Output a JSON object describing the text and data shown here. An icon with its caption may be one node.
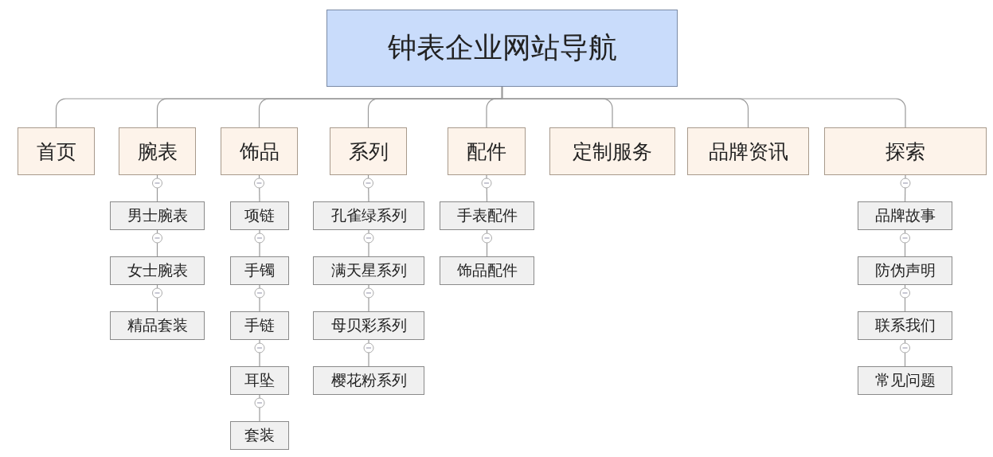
{
  "diagram": {
    "nodes": [
      {
        "text": [
          "钟表企业网站导航"
        ]
      },
      {
        "text": [
          "首页"
        ]
      },
      {
        "text": [
          "腕表"
        ]
      },
      {
        "text": [
          "饰品"
        ]
      },
      {
        "text": [
          "系列"
        ]
      },
      {
        "text": [
          "配件"
        ]
      },
      {
        "text": [
          "定制服务"
        ]
      },
      {
        "text": [
          "品牌资讯"
        ]
      },
      {
        "text": [
          "探索"
        ]
      },
      {
        "text": [
          "男士腕表"
        ]
      },
      {
        "text": [
          "女士腕表"
        ]
      },
      {
        "text": [
          "精品套装"
        ]
      },
      {
        "text": [
          "项链"
        ]
      },
      {
        "text": [
          "手镯"
        ]
      },
      {
        "text": [
          "手链"
        ]
      },
      {
        "text": [
          "耳坠"
        ]
      },
      {
        "text": [
          "套装"
        ]
      },
      {
        "text": [
          "孔雀绿系列"
        ]
      },
      {
        "text": [
          "满天星系列"
        ]
      },
      {
        "text": [
          "母贝彩系列"
        ]
      },
      {
        "text": [
          "樱花粉系列"
        ]
      },
      {
        "text": [
          "手表配件"
        ]
      },
      {
        "text": [
          "饰品配件"
        ]
      },
      {
        "text": [
          "品牌故事"
        ]
      },
      {
        "text": [
          "防伪声明"
        ]
      },
      {
        "text": [
          "联系我们"
        ]
      },
      {
        "text": [
          "常见问题"
        ]
      }
    ],
    "edges": [
      {
        "from": 0,
        "to": 1,
        "arrow": "none"
      },
      {
        "from": 0,
        "to": 2,
        "arrow": "none"
      },
      {
        "from": 0,
        "to": 3,
        "arrow": "none"
      },
      {
        "from": 0,
        "to": 4,
        "arrow": "none"
      },
      {
        "from": 0,
        "to": 5,
        "arrow": "none"
      },
      {
        "from": 0,
        "to": 6,
        "arrow": "none"
      },
      {
        "from": 0,
        "to": 7,
        "arrow": "none"
      },
      {
        "from": 0,
        "to": 8,
        "arrow": "none"
      },
      {
        "from": 2,
        "to": 9,
        "arrow": "none"
      },
      {
        "from": 9,
        "to": 10,
        "arrow": "none"
      },
      {
        "from": 10,
        "to": 11,
        "arrow": "none"
      },
      {
        "from": 3,
        "to": 12,
        "arrow": "none"
      },
      {
        "from": 12,
        "to": 13,
        "arrow": "none"
      },
      {
        "from": 13,
        "to": 14,
        "arrow": "none"
      },
      {
        "from": 14,
        "to": 15,
        "arrow": "none"
      },
      {
        "from": 15,
        "to": 16,
        "arrow": "none"
      },
      {
        "from": 4,
        "to": 17,
        "arrow": "none"
      },
      {
        "from": 17,
        "to": 18,
        "arrow": "none"
      },
      {
        "from": 18,
        "to": 19,
        "arrow": "none"
      },
      {
        "from": 19,
        "to": 20,
        "arrow": "none"
      },
      {
        "from": 5,
        "to": 21,
        "arrow": "none"
      },
      {
        "from": 21,
        "to": 22,
        "arrow": "none"
      },
      {
        "from": 8,
        "to": 23,
        "arrow": "none"
      },
      {
        "from": 23,
        "to": 24,
        "arrow": "none"
      },
      {
        "from": 24,
        "to": 25,
        "arrow": "none"
      },
      {
        "from": 25,
        "to": 26,
        "arrow": "none"
      }
    ]
  }
}
